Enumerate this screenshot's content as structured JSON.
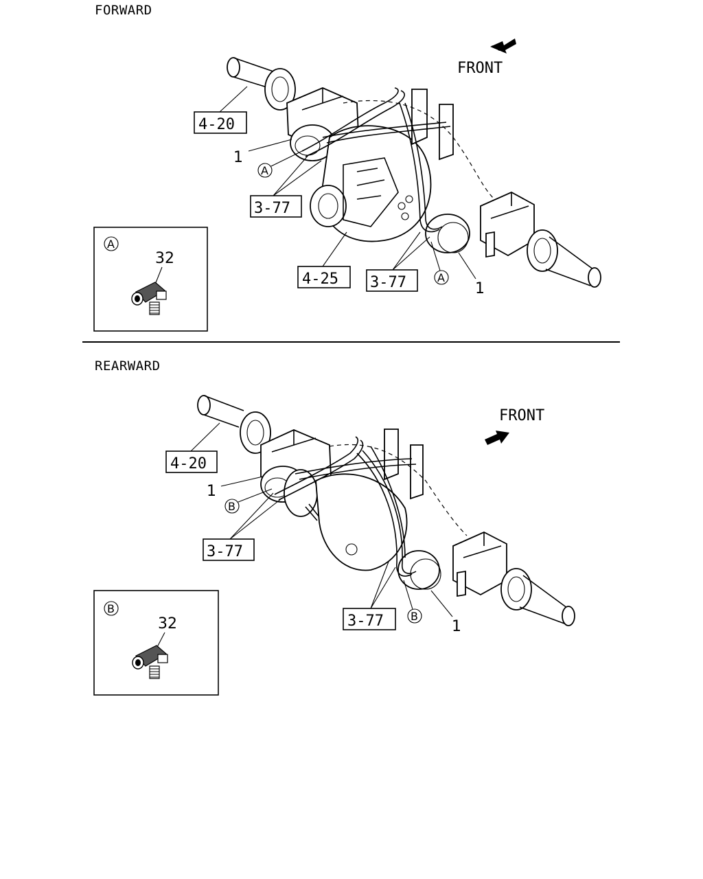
{
  "forward": {
    "title": "FORWARD",
    "front_label": "FRONT",
    "callouts": {
      "axle_housing": "4-20",
      "differential": "4-25",
      "hose_left": "3-77",
      "hose_right": "3-77",
      "item_left": "1",
      "item_right": "1",
      "marker_left": "A",
      "marker_right": "A"
    },
    "detail": {
      "marker": "A",
      "part_number": "32"
    }
  },
  "rearward": {
    "title": "REARWARD",
    "front_label": "FRONT",
    "callouts": {
      "axle_housing": "4-20",
      "hose_left": "3-77",
      "hose_right": "3-77",
      "item_left": "1",
      "item_right": "1",
      "marker_left": "B",
      "marker_right": "B"
    },
    "detail": {
      "marker": "B",
      "part_number": "32"
    }
  },
  "icons": {
    "front_arrow": "arrow-icon",
    "fitting": "elbow-fitting-icon"
  }
}
